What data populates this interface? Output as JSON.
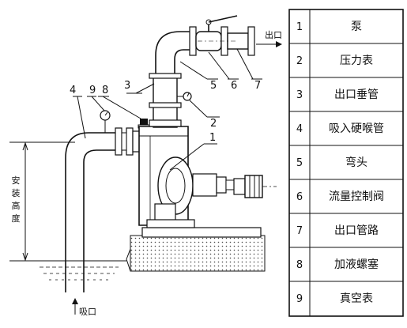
{
  "legend": [
    {
      "num": "1",
      "label": "泵"
    },
    {
      "num": "2",
      "label": "压力表"
    },
    {
      "num": "3",
      "label": "出口垂管"
    },
    {
      "num": "4",
      "label": "吸入硬喉管"
    },
    {
      "num": "5",
      "label": "弯头"
    },
    {
      "num": "6",
      "label": "流量控制阀"
    },
    {
      "num": "7",
      "label": "出口管路"
    },
    {
      "num": "8",
      "label": "加液螺塞"
    },
    {
      "num": "9",
      "label": "真空表"
    }
  ],
  "diagram": {
    "outlet_label": "出口",
    "inlet_label": "吸口",
    "height_label": [
      "安",
      "装",
      "高",
      "度"
    ],
    "callouts": [
      "1",
      "2",
      "3",
      "4",
      "5",
      "6",
      "7",
      "8",
      "9"
    ]
  }
}
